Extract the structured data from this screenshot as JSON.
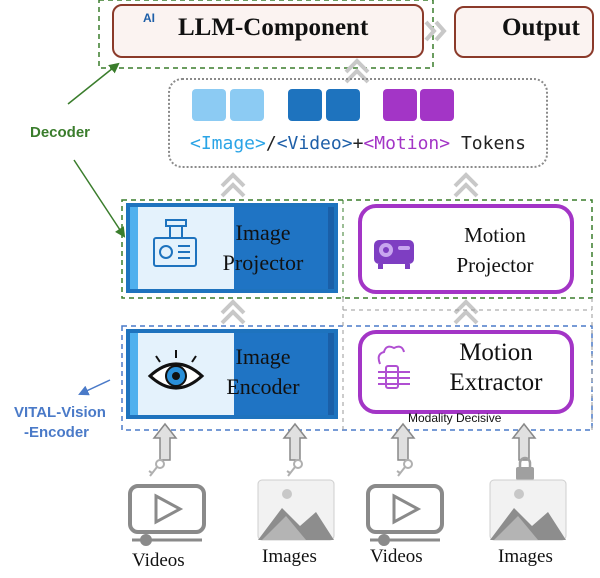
{
  "llm": {
    "title": "LLM-Component",
    "icon_text": "AI"
  },
  "output": {
    "title": "Output"
  },
  "tokens": {
    "image": "<Image>",
    "sep1": "/",
    "video": "<Video>",
    "plus": "+",
    "motion": "<Motion>",
    "word": "Tokens"
  },
  "decoder": {
    "label": "Decoder"
  },
  "vision_encoder": {
    "label_line1": "VITAL-Vision",
    "label_line2": "-Encoder"
  },
  "image_projector": {
    "line1": "Image",
    "line2": "Projector"
  },
  "motion_projector": {
    "line1": "Motion",
    "line2": "Projector"
  },
  "image_encoder": {
    "line1": "Image",
    "line2": "Encoder"
  },
  "motion_extractor": {
    "line1": "Motion",
    "line2": "Extractor",
    "note": "Modality Decisive"
  },
  "inputs": [
    {
      "label": "Videos"
    },
    {
      "label": "Images"
    },
    {
      "label": "Videos"
    },
    {
      "label": "Images"
    }
  ],
  "colors": {
    "image_blue": "#1e73be",
    "image_light": "#8ccbf3",
    "image_mid": "#1f86d6",
    "motion_purple": "#a335c6",
    "decoder_green": "#3a7d2c",
    "encoder_blue": "#4a7ac8",
    "llm_border": "#8b3a2a",
    "icon_grey": "#808080"
  }
}
